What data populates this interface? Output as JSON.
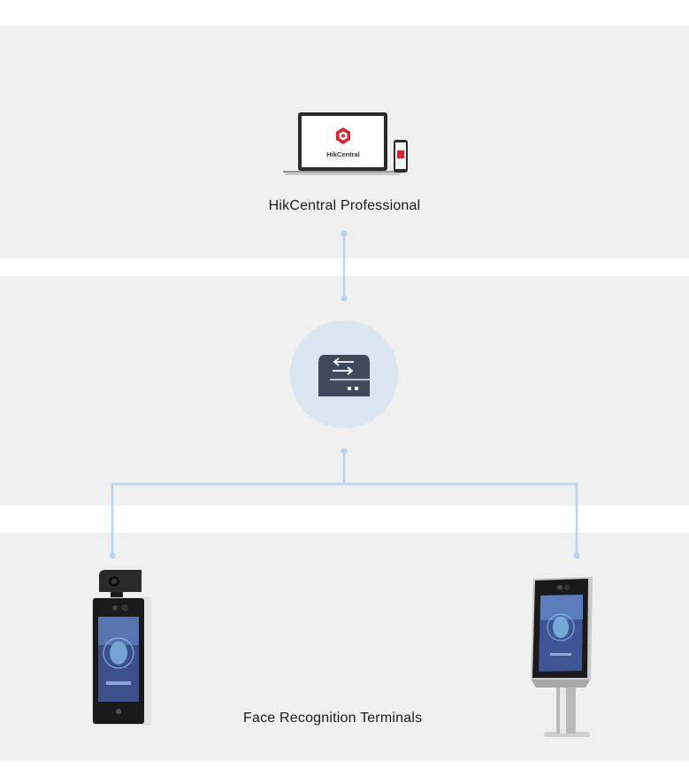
{
  "tiers": {
    "top": {
      "label": "HikCentral Professional",
      "laptop_logo_text": "HikCentral"
    },
    "bottom": {
      "label": "Face Recognition Terminals"
    }
  },
  "icons": {
    "platform": "laptop-and-tablet-icon",
    "switch": "network-switch-icon",
    "terminal_left": "face-recognition-terminal-with-thermal-module",
    "terminal_right": "face-recognition-terminal-on-pedestal"
  },
  "colors": {
    "band": "#f0f0f0",
    "connector": "#b9d4f2",
    "switch_circle": "#dbe6f3",
    "switch_icon": "#3e4a5c",
    "logo": "#d7262e"
  }
}
